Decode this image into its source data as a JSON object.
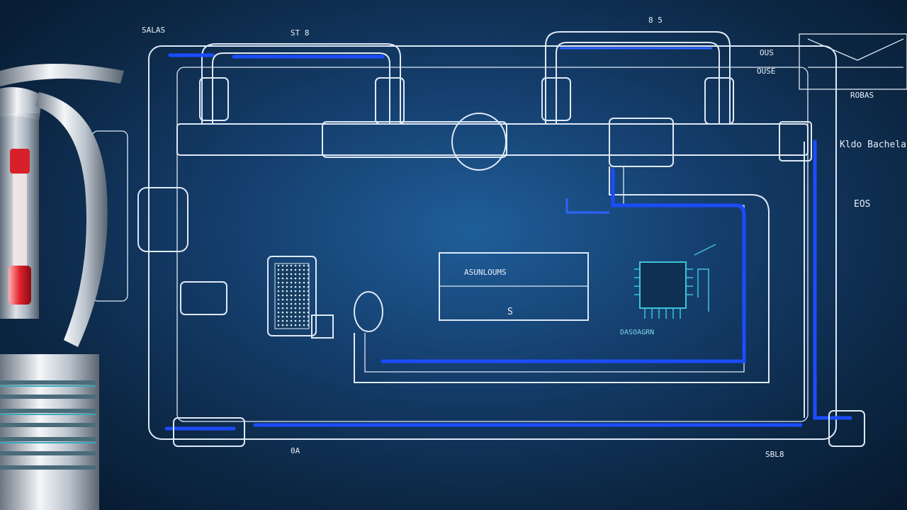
{
  "colors": {
    "background": "#0c2744",
    "line": "#dfe9f5",
    "highlight": "#1c4cff",
    "chip": "#3fc4d8",
    "valve_red": "#d8202a"
  },
  "icons": [
    "sprinkler-head-icon",
    "microchip-icon",
    "heat-exchanger-icon"
  ],
  "labels": {
    "top_left": "SALAS",
    "top_a": "ST 8",
    "top_b": "8 5",
    "right_1": "OUS",
    "right_2": "OUSE",
    "right_3": "ROBAS",
    "right_4": "Kldo Bachelar",
    "right_5": "EOS",
    "bottom_1": "0A",
    "bottom_2": "SBL8",
    "center_box_1": "ASUNLOUMS",
    "center_box_2": "S",
    "chip_label": "DASOAGRN"
  }
}
